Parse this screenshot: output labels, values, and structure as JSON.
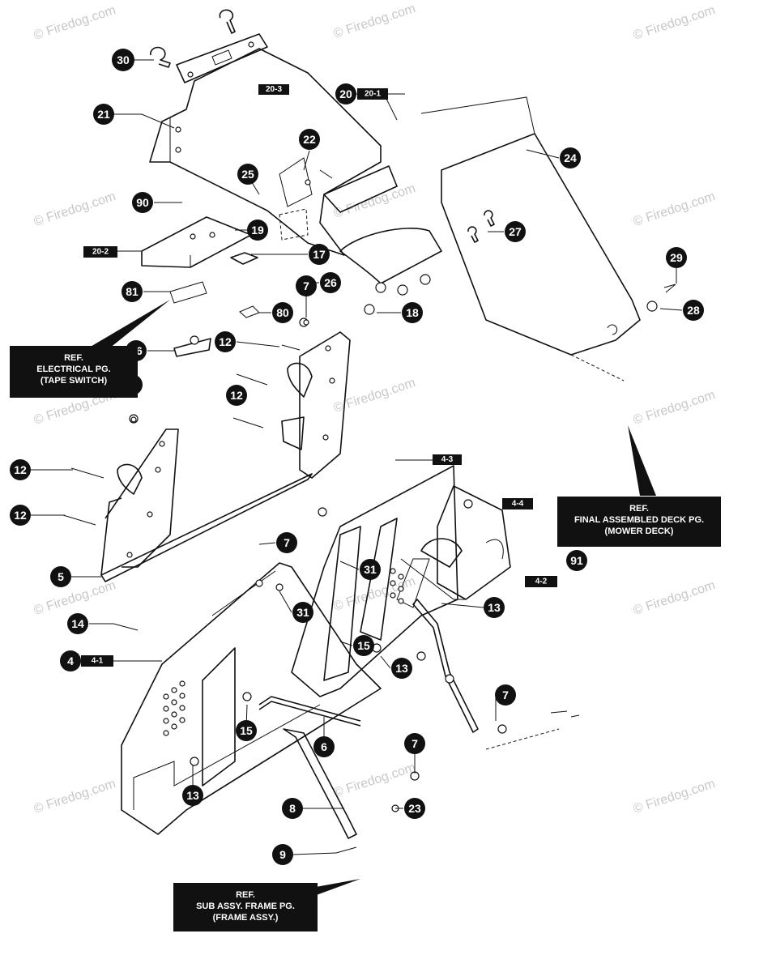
{
  "watermark": "© Firedog.com",
  "callouts": [
    "30",
    "20",
    "21",
    "22",
    "25",
    "90",
    "19",
    "17",
    "26",
    "18",
    "24",
    "27",
    "29",
    "28",
    "81",
    "80",
    "7",
    "12",
    "16",
    "5",
    "4",
    "14",
    "31",
    "13",
    "15",
    "6",
    "8",
    "9",
    "23",
    "91"
  ],
  "subtags": {
    "t20_3": "20-3",
    "t20_1": "20-1",
    "t20_2": "20-2",
    "t4_3": "4-3",
    "t4_4": "4-4",
    "t4_2": "4-2",
    "t4_1": "4-1"
  },
  "references": {
    "electrical": {
      "line1": "REF.",
      "line2": "ELECTRICAL PG.",
      "line3": "(TAPE SWITCH)"
    },
    "deck": {
      "line1": "REF.",
      "line2": "FINAL ASSEMBLED DECK PG.",
      "line3": "(MOWER DECK)"
    },
    "frame": {
      "line1": "REF.",
      "line2": "SUB ASSY. FRAME PG.",
      "line3": "(FRAME ASSY.)"
    }
  }
}
